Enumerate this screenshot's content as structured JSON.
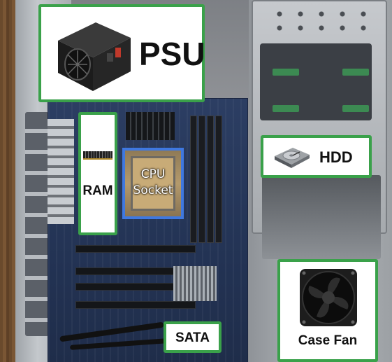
{
  "labels": {
    "psu": "PSU",
    "ram": "RAM",
    "cpu_line1": "CPU",
    "cpu_line2": "Socket",
    "hdd": "HDD",
    "case_fan": "Case Fan",
    "sata": "SATA"
  },
  "icons": {
    "psu": "power-supply-icon",
    "ram": "ram-stick-icon",
    "hdd": "hard-drive-icon",
    "case_fan": "case-fan-icon"
  },
  "colors": {
    "callout_border": "#3aa14a",
    "cpu_highlight": "#3f78e0"
  }
}
